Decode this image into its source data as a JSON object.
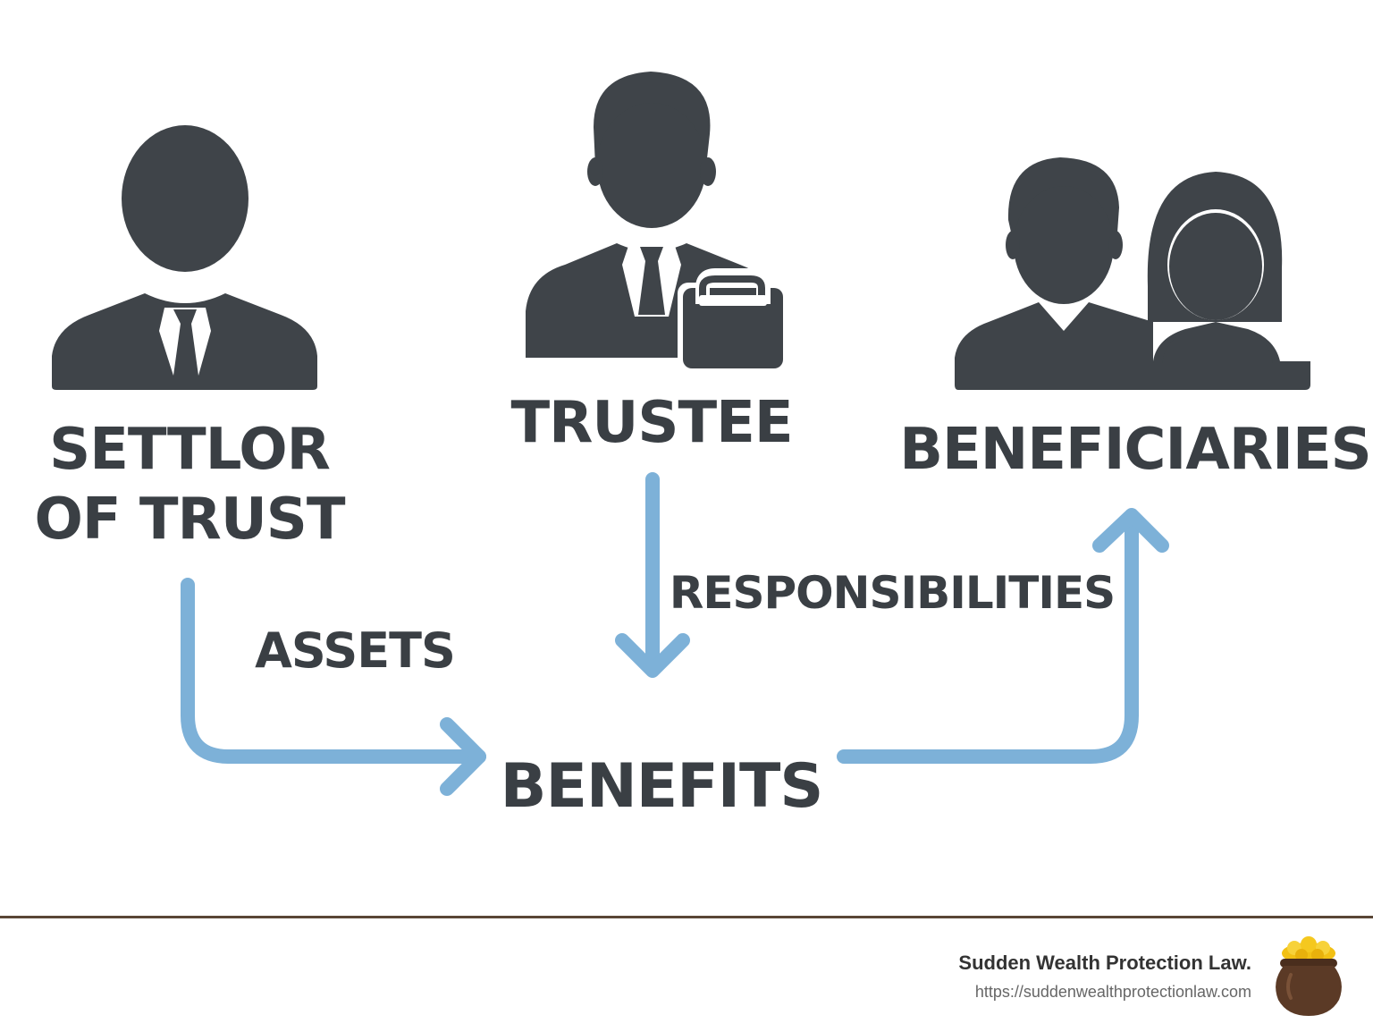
{
  "diagram": {
    "settlor_label_line1": "SETTLOR",
    "settlor_label_line2": "OF TRUST",
    "trustee_label": "TRUSTEE",
    "beneficiaries_label": "BENEFICIARIES",
    "assets_label": "ASSETS",
    "responsibilities_label": "RESPONSIBILITIES",
    "benefits_label": "BENEFITS"
  },
  "footer": {
    "brand_name": "Sudden Wealth Protection Law.",
    "url": "https://suddenwealthprotectionlaw.com"
  },
  "icons": {
    "settlor": "person-suit-icon",
    "trustee": "person-briefcase-icon",
    "beneficiaries": "couple-icon",
    "logo": "pot-of-gold-icon"
  },
  "colors": {
    "icon_fill": "#3f4449",
    "arrow": "#7db1d8",
    "text": "#3a3f44",
    "divider": "#5a4636",
    "gold": "#f2c014",
    "pot": "#5b3a26"
  }
}
